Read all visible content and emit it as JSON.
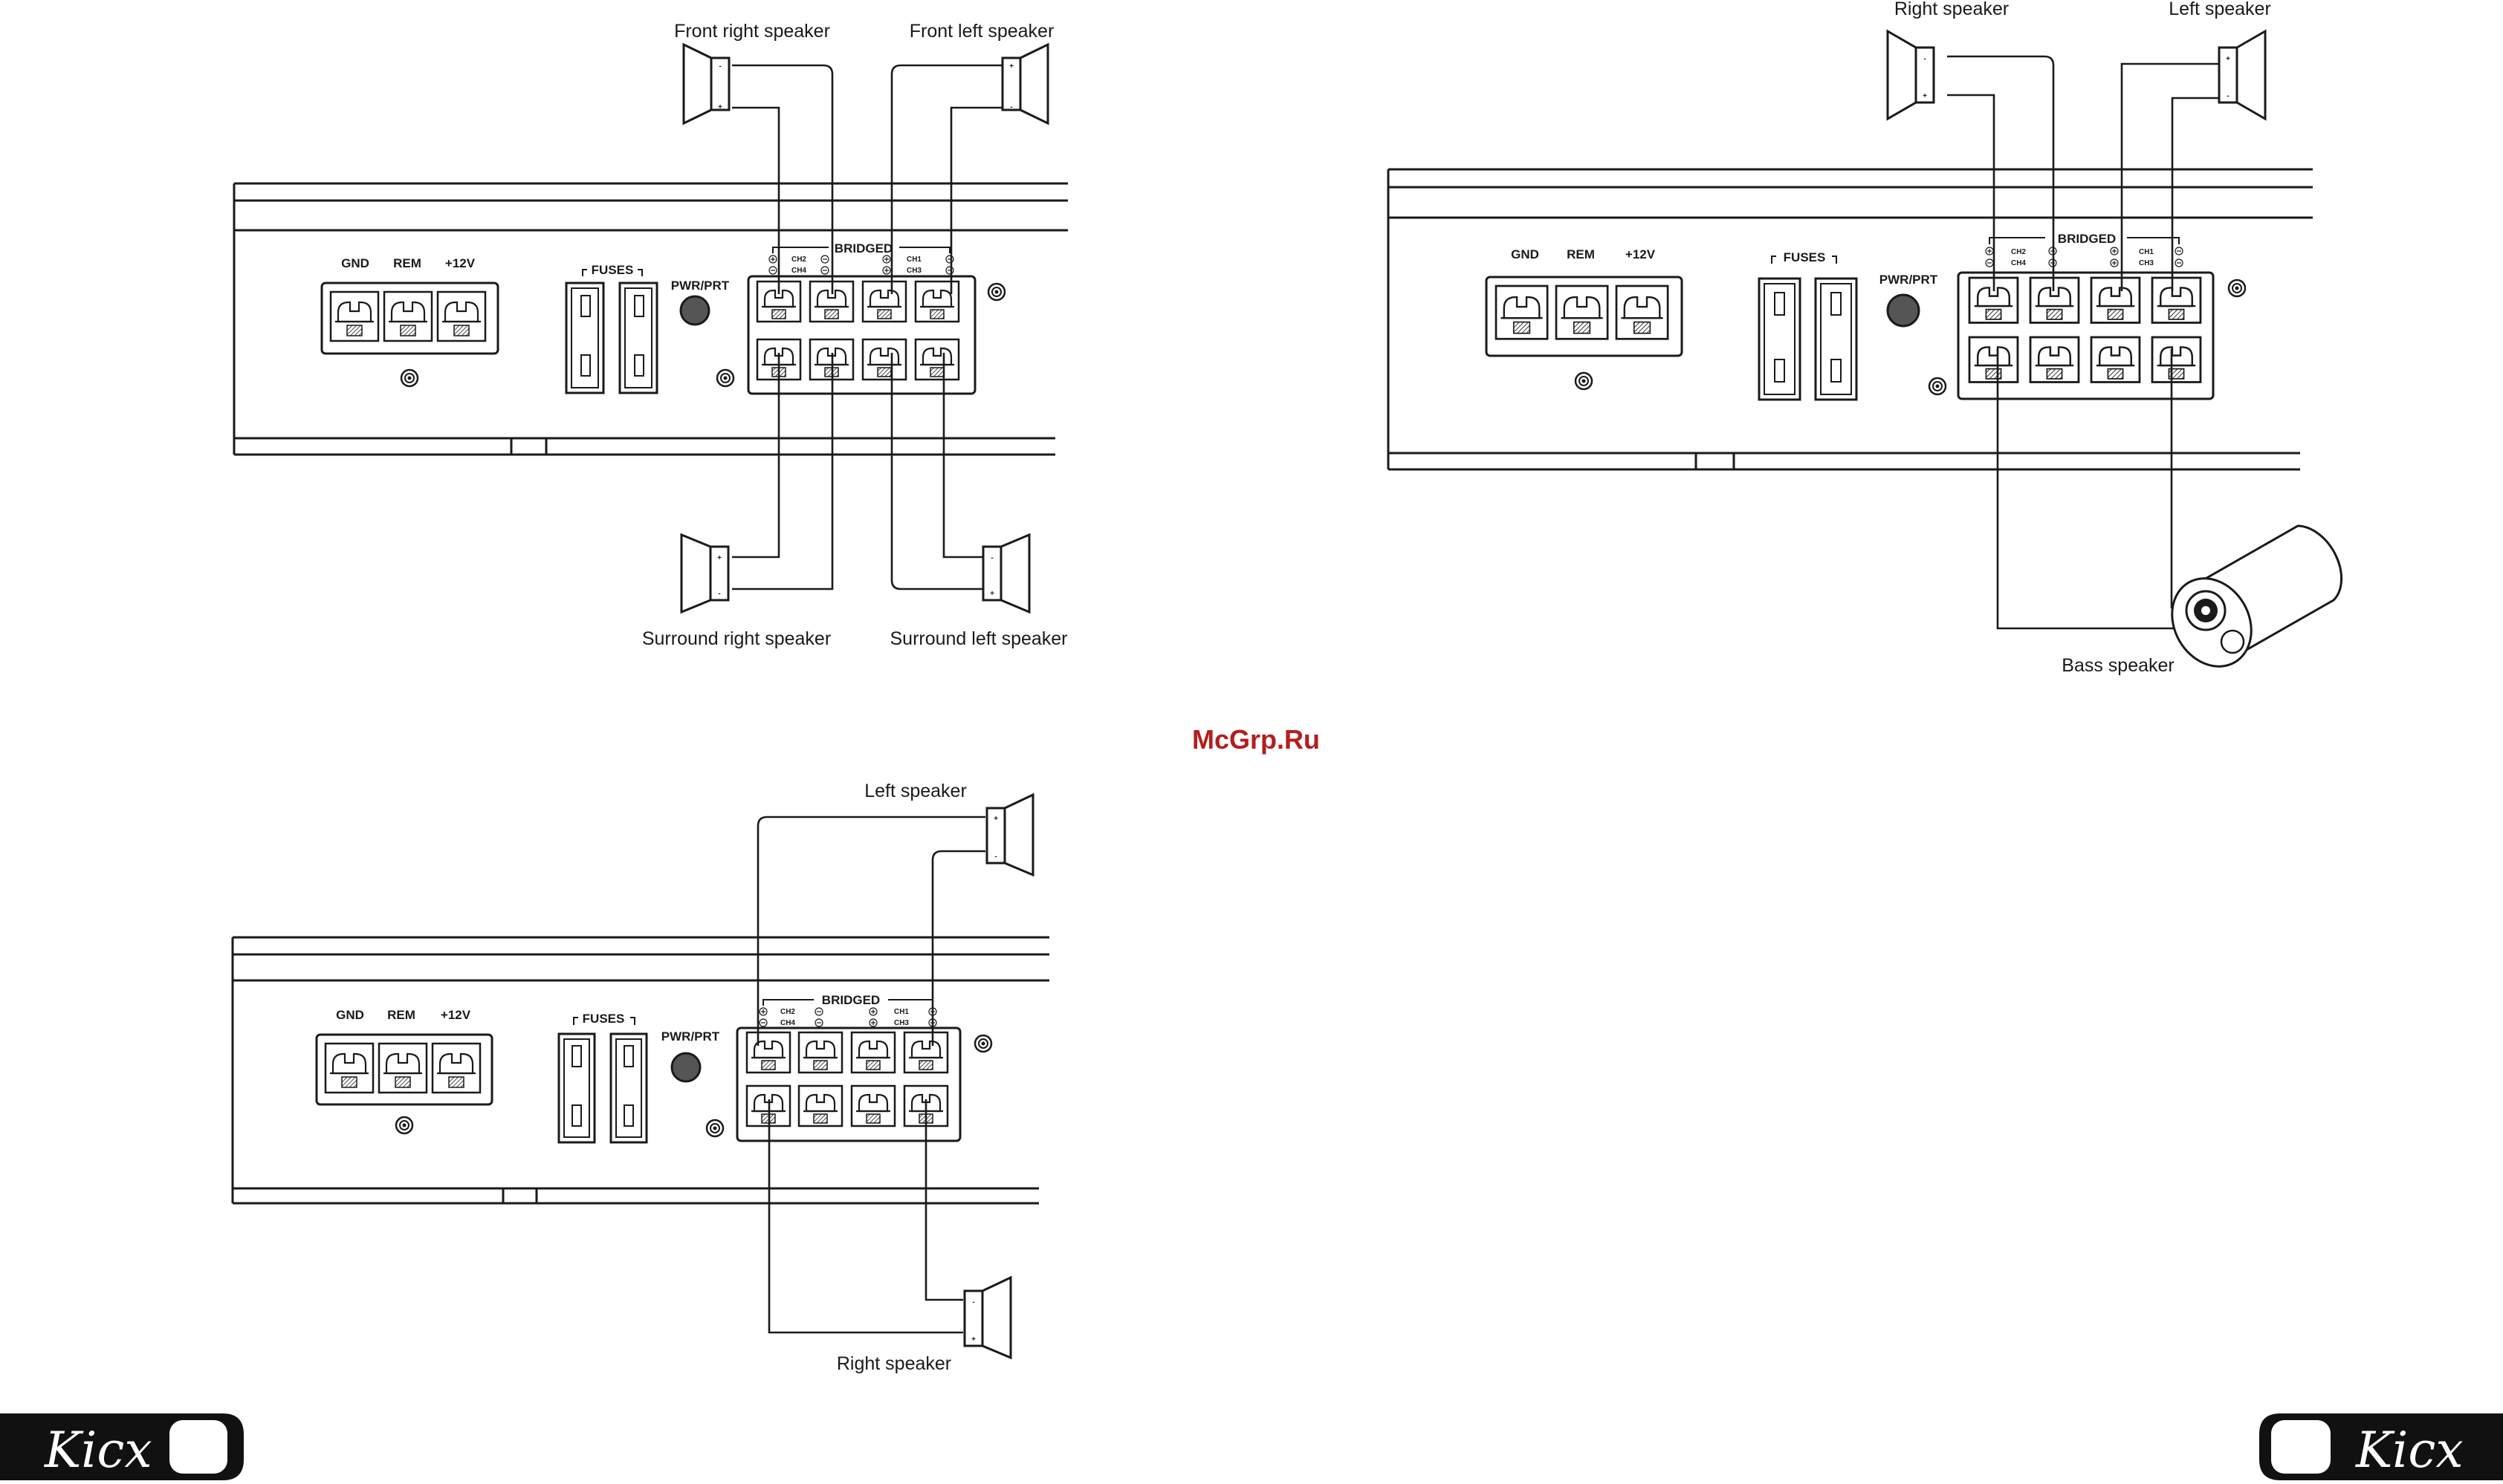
{
  "diagrams": [
    {
      "id": "top-left",
      "speakers": {
        "front_right": "Front right speaker",
        "front_left": "Front left speaker",
        "surround_right": "Surround right speaker",
        "surround_left": "Surround left speaker"
      }
    },
    {
      "id": "top-right",
      "speakers": {
        "right": "Right speaker",
        "left": "Left speaker",
        "bass": "Bass speaker"
      }
    },
    {
      "id": "bottom-left",
      "speakers": {
        "left": "Left speaker",
        "right": "Right speaker"
      }
    }
  ],
  "panel": {
    "gnd": "GND",
    "rem": "REM",
    "v12": "+12V",
    "fuses": "FUSES",
    "pwr_prt": "PWR/PRT",
    "bridged": "BRIDGED",
    "ch2": "CH2",
    "ch4": "CH4",
    "ch1": "CH1",
    "ch3": "CH3"
  },
  "watermark": "McGrp.Ru",
  "logo_text": "Kicx"
}
